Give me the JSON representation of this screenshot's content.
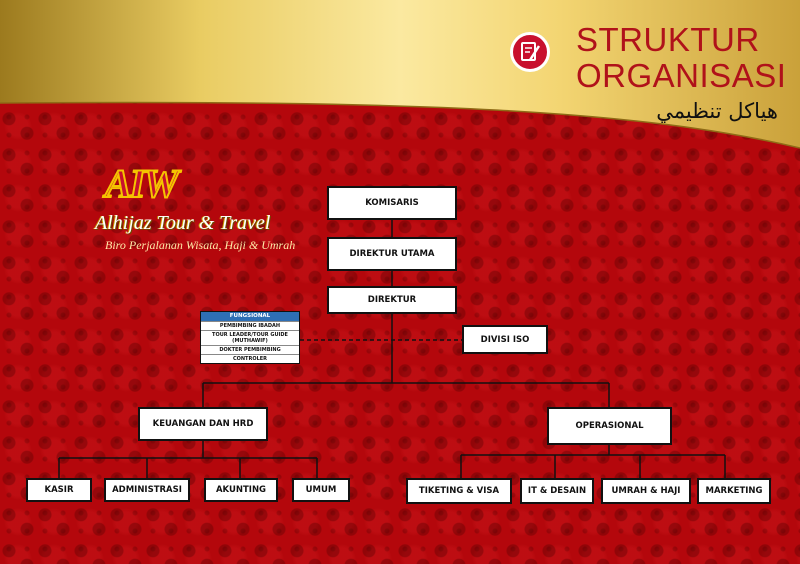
{
  "header": {
    "title_line1": "STRUKTUR",
    "title_line2": "ORGANISASI",
    "title_arabic": "هياكل تنظيمي",
    "icon": "document-pen-icon"
  },
  "logo": {
    "mark": "AIW",
    "name": "Alhijaz Tour & Travel",
    "tagline": "Biro Perjalanan Wisata, Haji & Umrah"
  },
  "org": {
    "komisaris": "KOMISARIS",
    "direktur_utama": "DIREKTUR UTAMA",
    "direktur": "DIREKTUR",
    "divisi_iso": "DIVISI ISO",
    "fungsional": {
      "title": "FUNGSIONAL",
      "items": [
        "PEMBIMBING IBADAH",
        "TOUR LEADER/TOUR GUIDE\n(MUTHAWIF)",
        "DOKTER PEMBIMBING",
        "CONTROLER"
      ]
    },
    "keuangan": "KEUANGAN DAN HRD",
    "operasional": "OPERASIONAL",
    "keuangan_children": [
      "KASIR",
      "ADMINISTRASI",
      "AKUNTING",
      "UMUM"
    ],
    "operasional_children": [
      "TIKETING & VISA",
      "IT & DESAIN",
      "UMRAH & HAJI",
      "MARKETING"
    ]
  },
  "colors": {
    "background_red": "#b4070c",
    "gold": "#e6c34a",
    "title_red": "#b0121a",
    "fungsional_blue": "#2e6fb5"
  }
}
